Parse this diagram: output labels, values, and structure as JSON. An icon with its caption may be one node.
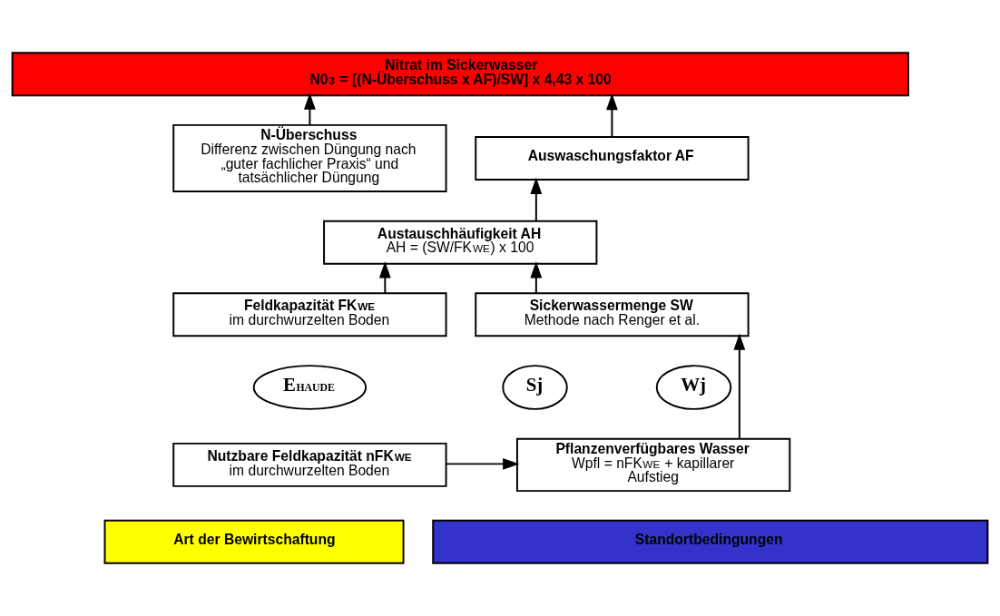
{
  "diagram": {
    "nodes": [
      {
        "text": [
          "Nitrat im Sickerwasser",
          "N0$_{3}$ = [(N-Überschuss x AF)/SW] x 4,43 x 100"
        ]
      },
      {
        "text": [
          "N-Überschuss",
          "Differenz zwischen Düngung nach „guter fachlicher Praxis“ und tatsächlicher Düngung"
        ]
      },
      {
        "text": [
          "Auswaschungsfaktor AF"
        ]
      },
      {
        "text": [
          "Austauschhäufigkeit AH",
          "AH = (SW/FK$_{WE}$) x 100"
        ]
      },
      {
        "text": [
          "Feldkapazität FK$_{WE}$",
          "im durchwurzelten Boden"
        ]
      },
      {
        "text": [
          "Sickerwassermenge SW",
          "Methode nach Renger et al."
        ]
      },
      {
        "text": [
          "E$_{HAUDE}$"
        ]
      },
      {
        "text": [
          "Sj"
        ]
      },
      {
        "text": [
          "Wj"
        ]
      },
      {
        "text": [
          "Nutzbare Feldkapazität nFK$_{WE}$",
          "im durchwurzelten Boden"
        ]
      },
      {
        "text": [
          "Pflanzenverfügbares Wasser",
          "Wpfl = nFK$_{WE}$ + kapillarer Aufstieg"
        ]
      },
      {
        "text": [
          "Art der Bewirtschaftung"
        ]
      },
      {
        "text": [
          "Standortbedingungen"
        ]
      }
    ],
    "edges": [
      {
        "from": 1,
        "to": 0,
        "arrow": "to"
      },
      {
        "from": 2,
        "to": 0,
        "arrow": "to"
      },
      {
        "from": 3,
        "to": 2,
        "arrow": "to"
      },
      {
        "from": 4,
        "to": 3,
        "arrow": "to"
      },
      {
        "from": 5,
        "to": 3,
        "arrow": "to"
      },
      {
        "from": 10,
        "to": 5,
        "arrow": "to"
      },
      {
        "from": 9,
        "to": 10,
        "arrow": "to"
      }
    ]
  }
}
